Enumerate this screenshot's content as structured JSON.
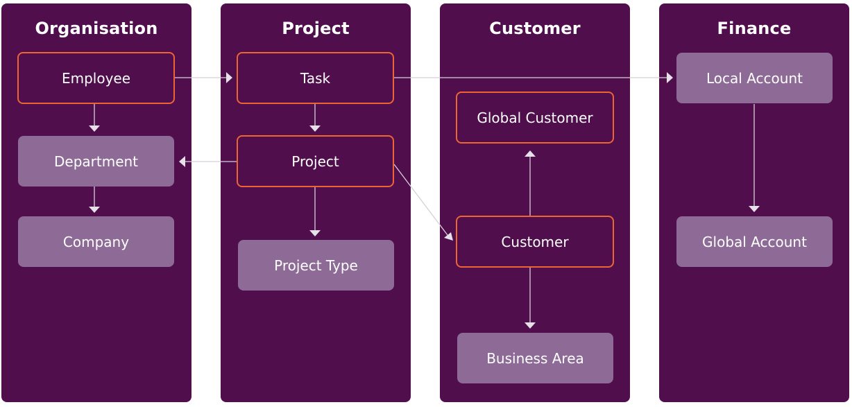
{
  "columns": [
    {
      "id": "organisation",
      "title": "Organisation"
    },
    {
      "id": "project",
      "title": "Project"
    },
    {
      "id": "customer",
      "title": "Customer"
    },
    {
      "id": "finance",
      "title": "Finance"
    }
  ],
  "entities": {
    "employee": "Employee",
    "department": "Department",
    "company": "Company",
    "task": "Task",
    "project": "Project",
    "project_type": "Project Type",
    "global_customer": "Global Customer",
    "customer": "Customer",
    "business_area": "Business Area",
    "local_account": "Local Account",
    "global_account": "Global Account"
  },
  "relations": [
    {
      "from": "employee",
      "to": "task"
    },
    {
      "from": "employee",
      "to": "department"
    },
    {
      "from": "department",
      "to": "company"
    },
    {
      "from": "task",
      "to": "project"
    },
    {
      "from": "task",
      "to": "local_account"
    },
    {
      "from": "project",
      "to": "department"
    },
    {
      "from": "project",
      "to": "project_type"
    },
    {
      "from": "project",
      "to": "customer"
    },
    {
      "from": "customer",
      "to": "global_customer"
    },
    {
      "from": "customer",
      "to": "business_area"
    },
    {
      "from": "local_account",
      "to": "global_account"
    }
  ],
  "colors": {
    "column_bg": "#500f4c",
    "core_border": "#ef6433",
    "related_fill": "#8e6b96",
    "connector": "#d6cfd9",
    "text": "#ffffff"
  }
}
